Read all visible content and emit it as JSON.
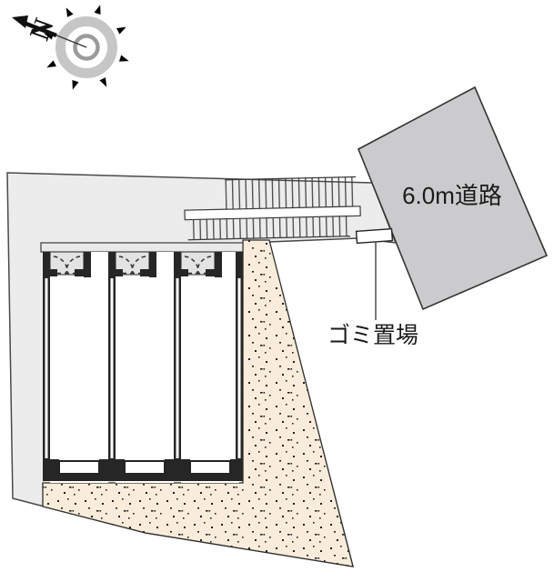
{
  "labels": {
    "road": "6.0m道路",
    "garbage": "ゴミ置場",
    "north": "N"
  },
  "colors": {
    "site_fill": "#ececec",
    "road_fill": "#cbcbcd",
    "ground_fill": "#f9ecda",
    "stipple_dot": "#1f1f1f",
    "wall": "#262626",
    "porch_fill": "#e3e3e3",
    "walkway_fill": "#e9e9e9",
    "ring_outer": "#c6c6c6",
    "ring_inner": "#9b9b9b",
    "text": "#1a1a1a"
  }
}
